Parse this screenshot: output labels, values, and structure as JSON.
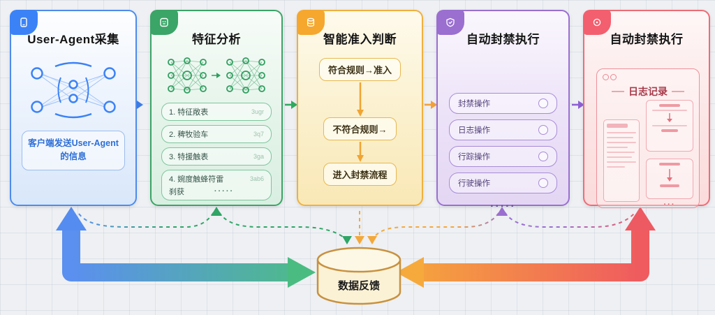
{
  "cards": [
    {
      "title": "User-Agent采集",
      "note": "客户端发送User-Agent的信息"
    },
    {
      "title": "特征分析",
      "items": [
        {
          "text": "1. 特征敞表",
          "hint": "3ugr"
        },
        {
          "text": "2. 稗牧验车",
          "hint": "3q7"
        },
        {
          "text": "3. 特援触表",
          "hint": "3ga"
        },
        {
          "text": "4. 婉度触蜂符雷",
          "hint": "3ab6"
        }
      ],
      "item4_line2": "刹获",
      "dots": "·····"
    },
    {
      "title": "智能准入判断",
      "steps": [
        "符合规则→准入",
        "不符合规则→",
        "进入封禁流程"
      ]
    },
    {
      "title": "自动封禁执行",
      "ops": [
        "封禁操作",
        "日志操作",
        "行踪操作",
        "行驶操作"
      ],
      "dots": "·····"
    },
    {
      "title": "自动封禁执行",
      "panel_title": "日志记录",
      "panel_dots": "···"
    }
  ],
  "database": {
    "label": "数据反馈"
  },
  "accents": {
    "blue": "#3b82f6",
    "green": "#2f9e5f",
    "yellow": "#f2a63a",
    "purple": "#9b6fd0",
    "red": "#ef5b66"
  }
}
